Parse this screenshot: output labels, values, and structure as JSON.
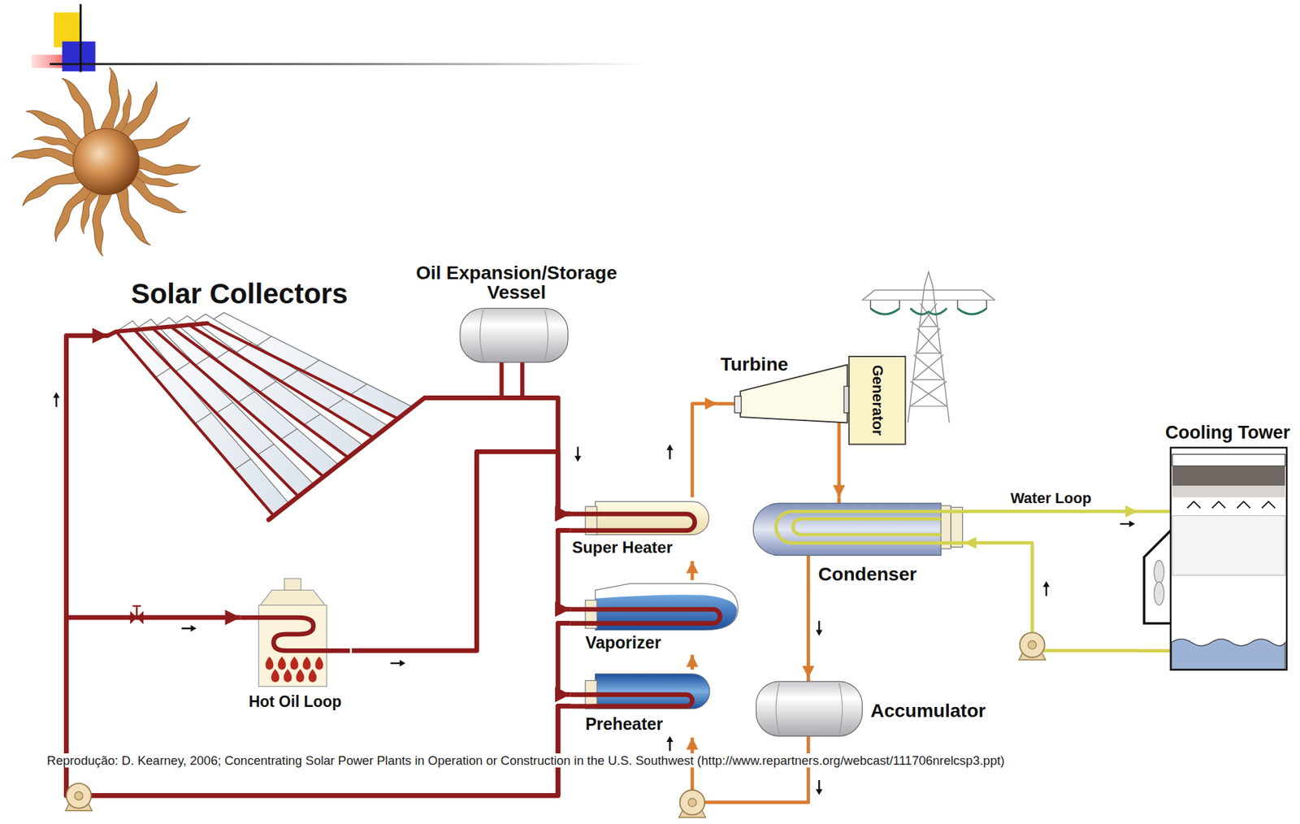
{
  "diagram": {
    "caption": "Reprodução: D. Kearney, 2006; Concentrating Solar Power Plants in Operation or Construction in the U.S. Southwest (http://www.repartners.org/webcast/111706nrelcsp3.ppt)",
    "nodes": [
      {
        "text": [
          "Solar Collectors"
        ]
      },
      {
        "text": [
          "Oil Expansion/Storage Vessel"
        ]
      },
      {
        "text": [
          "Turbine"
        ]
      },
      {
        "text": [
          "Generator"
        ]
      },
      {
        "text": [
          "Cooling Tower"
        ]
      },
      {
        "text": [
          "Super Heater"
        ]
      },
      {
        "text": [
          "Condenser"
        ]
      },
      {
        "text": [
          "Vaporizer"
        ]
      },
      {
        "text": [
          "Hot Oil Loop"
        ]
      },
      {
        "text": [
          "Accumulator"
        ]
      },
      {
        "text": [
          "Preheater"
        ]
      }
    ],
    "edges": [
      {
        "from": 0,
        "to": 5,
        "arrow": "to"
      },
      {
        "from": 8,
        "to": 5,
        "arrow": "to"
      },
      {
        "from": 5,
        "to": 7,
        "arrow": "to"
      },
      {
        "from": 7,
        "to": 10,
        "arrow": "to"
      },
      {
        "from": 10,
        "to": 0,
        "arrow": "to"
      },
      {
        "from": 10,
        "to": 8,
        "arrow": "to"
      },
      {
        "from": 10,
        "to": 7,
        "arrow": "to"
      },
      {
        "from": 7,
        "to": 5,
        "arrow": "to"
      },
      {
        "from": 5,
        "to": 2,
        "arrow": "to"
      },
      {
        "from": 2,
        "to": 6,
        "arrow": "to"
      },
      {
        "from": 6,
        "to": 9,
        "arrow": "to"
      },
      {
        "from": 9,
        "to": 10,
        "arrow": "to"
      },
      {
        "from": 6,
        "to": 4,
        "label": "Water Loop",
        "arrow": "to"
      },
      {
        "from": 4,
        "to": 6,
        "arrow": "to"
      }
    ]
  }
}
